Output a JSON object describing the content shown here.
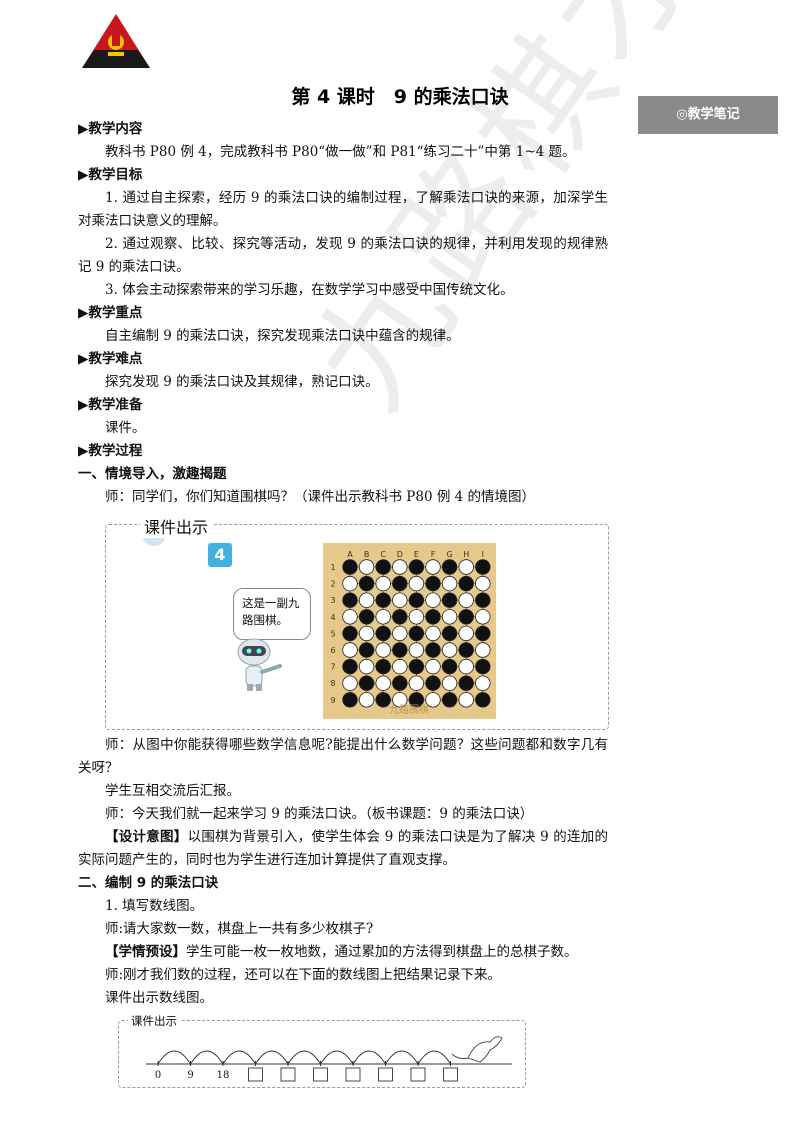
{
  "header": {
    "title": "第 4 课时　9 的乘法口诀",
    "notes_tab": "◎教学笔记"
  },
  "sections": {
    "content_head": "▶教学内容",
    "content_text": "教科书 P80 例 4，完成教科书 P80“做一做”和 P81“练习二十”中第 1~4 题。",
    "goals_head": "▶教学目标",
    "goal1": "1. 通过自主探索，经历 9 的乘法口诀的编制过程，了解乘法口诀的来源，加深学生对乘法口诀意义的理解。",
    "goal2": "2. 通过观察、比较、探究等活动，发现 9 的乘法口诀的规律，并利用发现的规律熟记 9 的乘法口诀。",
    "goal3": "3. 体会主动探索带来的学习乐趣，在数学学习中感受中国传统文化。",
    "key_head": "▶教学重点",
    "key_text": "自主编制 9 的乘法口诀，探究发现乘法口诀中蕴含的规律。",
    "diff_head": "▶教学难点",
    "diff_text": "探究发现 9 的乘法口诀及其规律，熟记口诀。",
    "prep_head": "▶教学准备",
    "prep_text": "课件。",
    "proc_head": "▶教学过程",
    "step1_head": "一、情境导入，激趣揭题",
    "step1_p1": "师：同学们，你们知道围棋吗？（课件出示教科书 P80 例 4 的情境图）",
    "step1_p2": "师：从图中你能获得哪些数学信息呢?能提出什么数学问题？这些问题都和数字几有关呀？",
    "step1_p3": "学生互相交流后汇报。",
    "step1_p4": "师：今天我们就一起来学习 9 的乘法口诀。（板书课题：9 的乘法口诀）",
    "design_tag": "【设计意图】",
    "design_text": "以围棋为背景引入，使学生体会 9 的乘法口诀是为了解决 9 的连加的实际问题产生的，同时也为学生进行连加计算提供了直观支撑。",
    "step2_head": "二、编制 9 的乘法口诀",
    "step2_p1": "1. 填写数线图。",
    "step2_p2": "师:请大家数一数，棋盘上一共有多少枚棋子?",
    "preset_tag": "【学情预设】",
    "preset_text": "学生可能一枚一枚地数，通过累加的方法得到棋盘上的总棋子数。",
    "step2_p3": "师:刚才我们数的过程，还可以在下面的数线图上把结果记录下来。",
    "step2_p4": "课件出示数线图。"
  },
  "figure1": {
    "label": "课件出示",
    "example_no": "4",
    "speech": "这是一副九路围棋。",
    "board_cols": [
      "A",
      "B",
      "C",
      "D",
      "E",
      "F",
      "G",
      "H",
      "I"
    ],
    "board_rows": [
      "1",
      "2",
      "3",
      "4",
      "5",
      "6",
      "7",
      "8",
      "9"
    ],
    "board_caption": "九路围棋",
    "colors": {
      "board": "#e6c98a",
      "badge": "#43b1e0"
    }
  },
  "figure2": {
    "label": "课件出示",
    "ticks": [
      "0",
      "9",
      "18"
    ]
  },
  "watermark": "九路棋才路"
}
